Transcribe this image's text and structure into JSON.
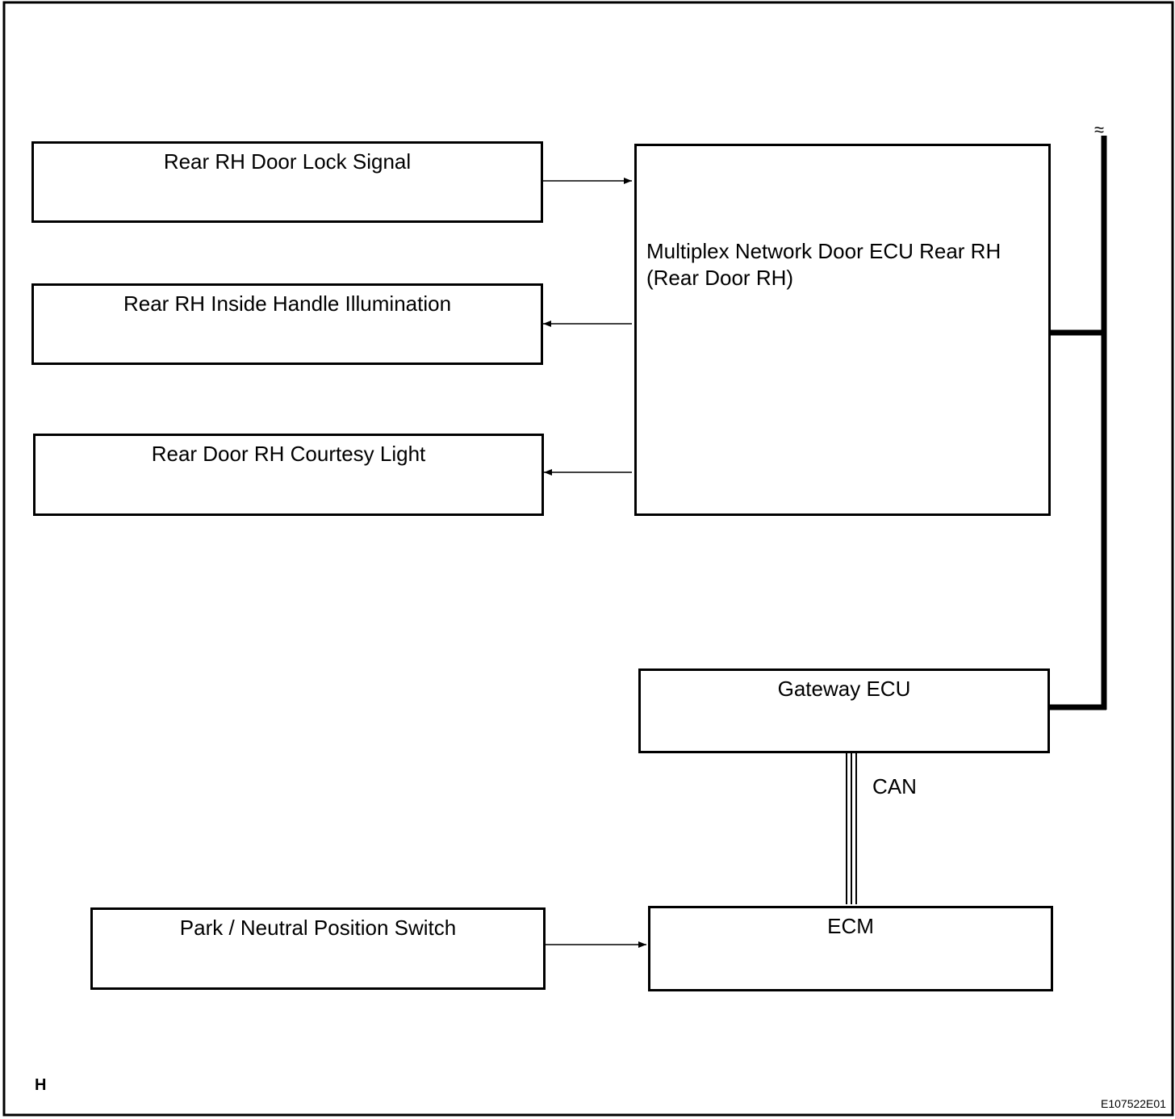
{
  "diagram": {
    "blocks": {
      "door_lock_signal": "Rear RH Door Lock Signal",
      "inside_handle_illumination": "Rear RH Inside Handle Illumination",
      "courtesy_light": "Rear Door RH Courtesy Light",
      "door_ecu_line1": "Multiplex Network Door ECU Rear RH",
      "door_ecu_line2": "(Rear Door RH)",
      "gateway_ecu": "Gateway ECU",
      "pn_switch": "Park / Neutral Position Switch",
      "ecm": "ECM"
    },
    "can_label": "CAN",
    "corner_letter": "H",
    "figure_id": "E107522E01",
    "break_mark": "≈"
  },
  "colors": {
    "line": "#000000",
    "background": "#ffffff"
  }
}
